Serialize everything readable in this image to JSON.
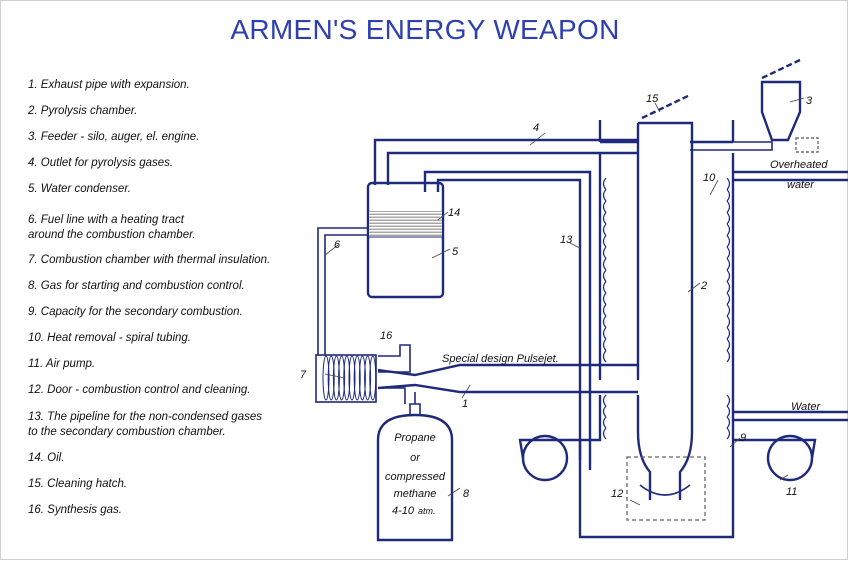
{
  "title": "ARMEN'S ENERGY WEAPON",
  "legend": [
    "1. Exhaust pipe with expansion.",
    "2. Pyrolysis chamber.",
    "3. Feeder - silo, auger, el. engine.",
    "4. Outlet for pyrolysis gases.",
    "5. Water condenser.",
    "6. Fuel line with a heating tract\n  around the combustion chamber.",
    "7. Combustion chamber with thermal insulation.",
    "8. Gas for starting and combustion control.",
    "9. Capacity for the secondary combustion.",
    "10. Heat removal - spiral tubing.",
    "11. Air pump.",
    "12. Door - combustion control and cleaning.",
    "13. The pipeline for the non-condensed gases\n  to the secondary combustion chamber.",
    "14. Oil.",
    "15. Cleaning hatch.",
    "16. Synthesis gas."
  ],
  "labels": {
    "n1": "1",
    "n2": "2",
    "n3": "3",
    "n4": "4",
    "n5": "5",
    "n6": "6",
    "n7": "7",
    "n8": "8",
    "n9": "9",
    "n10": "10",
    "n11": "11",
    "n12": "12",
    "n13": "13",
    "n14": "14",
    "n15": "15",
    "n16": "16",
    "pulsejet": "Special design Pulsejet.",
    "overheated": "Overheated",
    "water_out": "water",
    "water_in": "Water",
    "tank_line1": "Propane",
    "tank_line2": "or",
    "tank_line3": "compressed",
    "tank_line4": "methane",
    "tank_line5": "4-10",
    "tank_unit": "atm."
  },
  "colors": {
    "line": "#1f2a7a",
    "title": "#2e3fb0",
    "oil": "#9a9a9a"
  }
}
